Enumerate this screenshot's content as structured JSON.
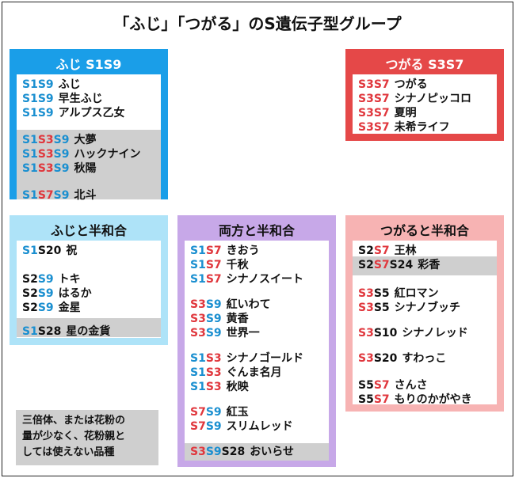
{
  "title": "「ふじ」「つがる」のS遺伝子型グループ",
  "colors": {
    "blue": "#1a8fd0",
    "red": "#e0373d"
  },
  "boxes": {
    "fuji": {
      "header": "ふじ S1S9"
    },
    "tsugaru": {
      "header": "つがる S3S7"
    },
    "fuji_half": {
      "header": "ふじと半和合"
    },
    "both_half": {
      "header": "両方と半和合"
    },
    "tsugaru_half": {
      "header": "つがると半和合"
    }
  },
  "varieties": {
    "fuji": [
      {
        "alleles": [
          "S1",
          "S9"
        ],
        "name": "ふじ"
      },
      {
        "alleles": [
          "S1",
          "S9"
        ],
        "name": "早生ふじ"
      },
      {
        "alleles": [
          "S1",
          "S9"
        ],
        "name": "アルプス乙女"
      },
      {
        "alleles": [
          "S1",
          "S3",
          "S9"
        ],
        "name": "大夢"
      },
      {
        "alleles": [
          "S1",
          "S3",
          "S9"
        ],
        "name": "ハックナイン"
      },
      {
        "alleles": [
          "S1",
          "S3",
          "S9"
        ],
        "name": "秋陽"
      },
      {
        "alleles": [
          "S1",
          "S7",
          "S9"
        ],
        "name": "北斗"
      }
    ],
    "tsugaru": [
      {
        "alleles": [
          "S3",
          "S7"
        ],
        "name": "つがる"
      },
      {
        "alleles": [
          "S3",
          "S7"
        ],
        "name": "シナノピッコロ"
      },
      {
        "alleles": [
          "S3",
          "S7"
        ],
        "name": "夏明"
      },
      {
        "alleles": [
          "S3",
          "S7"
        ],
        "name": "未希ライフ"
      }
    ],
    "fuji_half": [
      {
        "alleles": [
          "S1",
          "S20"
        ],
        "name": "祝"
      },
      {
        "alleles": [
          "S2",
          "S9"
        ],
        "name": "トキ"
      },
      {
        "alleles": [
          "S2",
          "S9"
        ],
        "name": "はるか"
      },
      {
        "alleles": [
          "S2",
          "S9"
        ],
        "name": "金星"
      },
      {
        "alleles": [
          "S1",
          "S28"
        ],
        "name": "星の金貨"
      }
    ],
    "both_half": [
      {
        "alleles": [
          "S1",
          "S7"
        ],
        "name": "きおう"
      },
      {
        "alleles": [
          "S1",
          "S7"
        ],
        "name": "千秋"
      },
      {
        "alleles": [
          "S1",
          "S7"
        ],
        "name": "シナノスイート"
      },
      {
        "alleles": [
          "S3",
          "S9"
        ],
        "name": "紅いわて"
      },
      {
        "alleles": [
          "S3",
          "S9"
        ],
        "name": "黄香"
      },
      {
        "alleles": [
          "S3",
          "S9"
        ],
        "name": "世界一"
      },
      {
        "alleles": [
          "S1",
          "S3"
        ],
        "name": "シナノゴールド"
      },
      {
        "alleles": [
          "S1",
          "S3"
        ],
        "name": "ぐんま名月"
      },
      {
        "alleles": [
          "S1",
          "S3"
        ],
        "name": "秋映"
      },
      {
        "alleles": [
          "S7",
          "S9"
        ],
        "name": "紅玉"
      },
      {
        "alleles": [
          "S7",
          "S9"
        ],
        "name": "スリムレッド"
      },
      {
        "alleles": [
          "S3",
          "S9",
          "S28"
        ],
        "name": "おいらせ"
      }
    ],
    "tsugaru_half": [
      {
        "alleles": [
          "S2",
          "S7"
        ],
        "name": "王林"
      },
      {
        "alleles": [
          "S2",
          "S7",
          "S24"
        ],
        "name": "彩香"
      },
      {
        "alleles": [
          "S3",
          "S5"
        ],
        "name": "紅ロマン"
      },
      {
        "alleles": [
          "S3",
          "S5"
        ],
        "name": "シナノブッチ"
      },
      {
        "alleles": [
          "S3",
          "S10"
        ],
        "name": "シナノレッド"
      },
      {
        "alleles": [
          "S3",
          "S20"
        ],
        "name": "すわっこ"
      },
      {
        "alleles": [
          "S5",
          "S7"
        ],
        "name": "さんさ"
      },
      {
        "alleles": [
          "S5",
          "S7"
        ],
        "name": "もりのかがやき"
      }
    ]
  },
  "note": {
    "line1": "三倍体、または花粉の",
    "line2": "量が少なく、花粉親と",
    "line3": "しては使えない品種"
  }
}
